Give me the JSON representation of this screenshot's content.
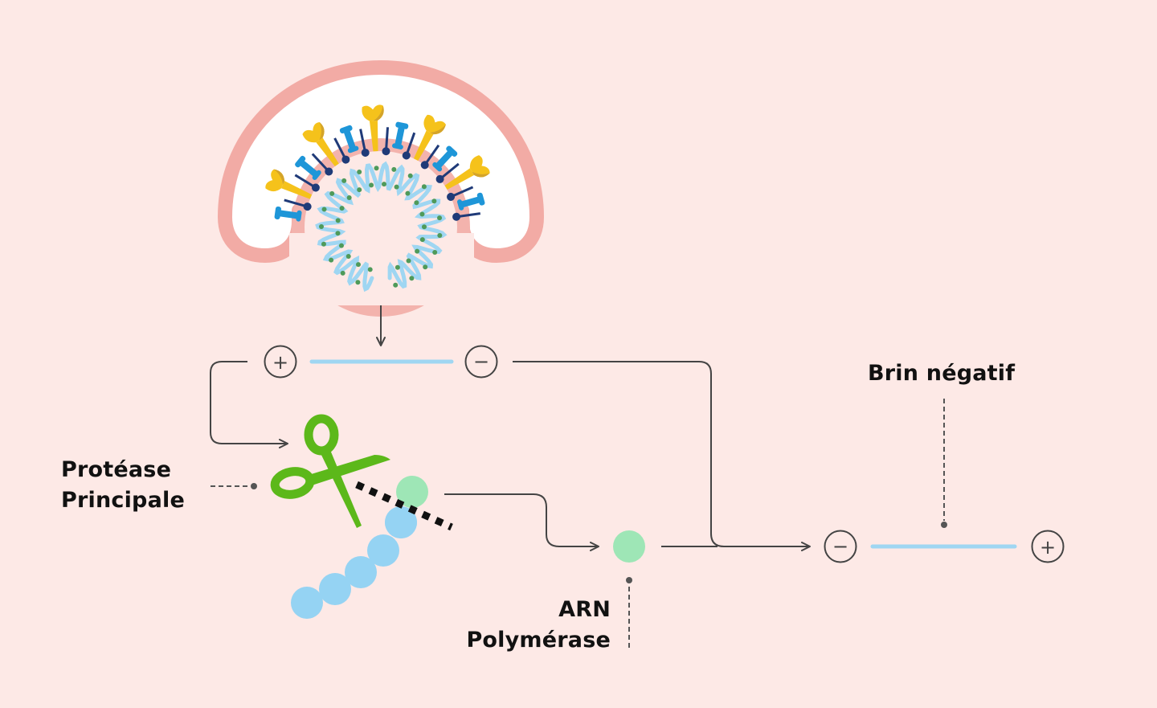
{
  "diagram": {
    "title": "",
    "colors": {
      "background": "#fde9e6",
      "outer_membrane": "#f2aba5",
      "cell_interior": "#ffffff",
      "virus_envelope": "#f3b3ad",
      "spike_gold": "#f5c21b",
      "spike_gold_shade": "#d4a42a",
      "membrane_protein_blue": "#1e96d8",
      "envelope_protein_navy": "#1f3a78",
      "rna_strand": "#9fd6f2",
      "nucleocapsid_dot": "#4f9a5a",
      "scissors": "#5cb81a",
      "rna_polymerase": "#9ee6b6",
      "polyprotein": "#95d3f3",
      "connector": "#444444",
      "cut_line": "#111111"
    },
    "nodes": {
      "virus": {
        "icon": "coronavirus-entering-cell-icon"
      },
      "positive_strand": {
        "start_symbol": "+",
        "end_symbol": "−"
      },
      "protease": {
        "icon": "scissors-icon",
        "label_line1": "Protéase",
        "label_line2": "Principale"
      },
      "polyprotein": {
        "icon": "polyprotein-chain-icon",
        "beads": 6
      },
      "rna_polymerase": {
        "label_line1": "ARN",
        "label_line2": "Polymérase"
      },
      "negative_strand": {
        "start_symbol": "−",
        "end_symbol": "+",
        "label": "Brin négatif"
      }
    },
    "edges": [
      {
        "from": "virus",
        "to": "positive_strand"
      },
      {
        "from": "positive_strand",
        "to": "protease"
      },
      {
        "from": "polyprotein",
        "to": "rna_polymerase"
      },
      {
        "from": "rna_polymerase",
        "to": "negative_strand"
      },
      {
        "from": "positive_strand",
        "to": "negative_strand"
      }
    ]
  }
}
